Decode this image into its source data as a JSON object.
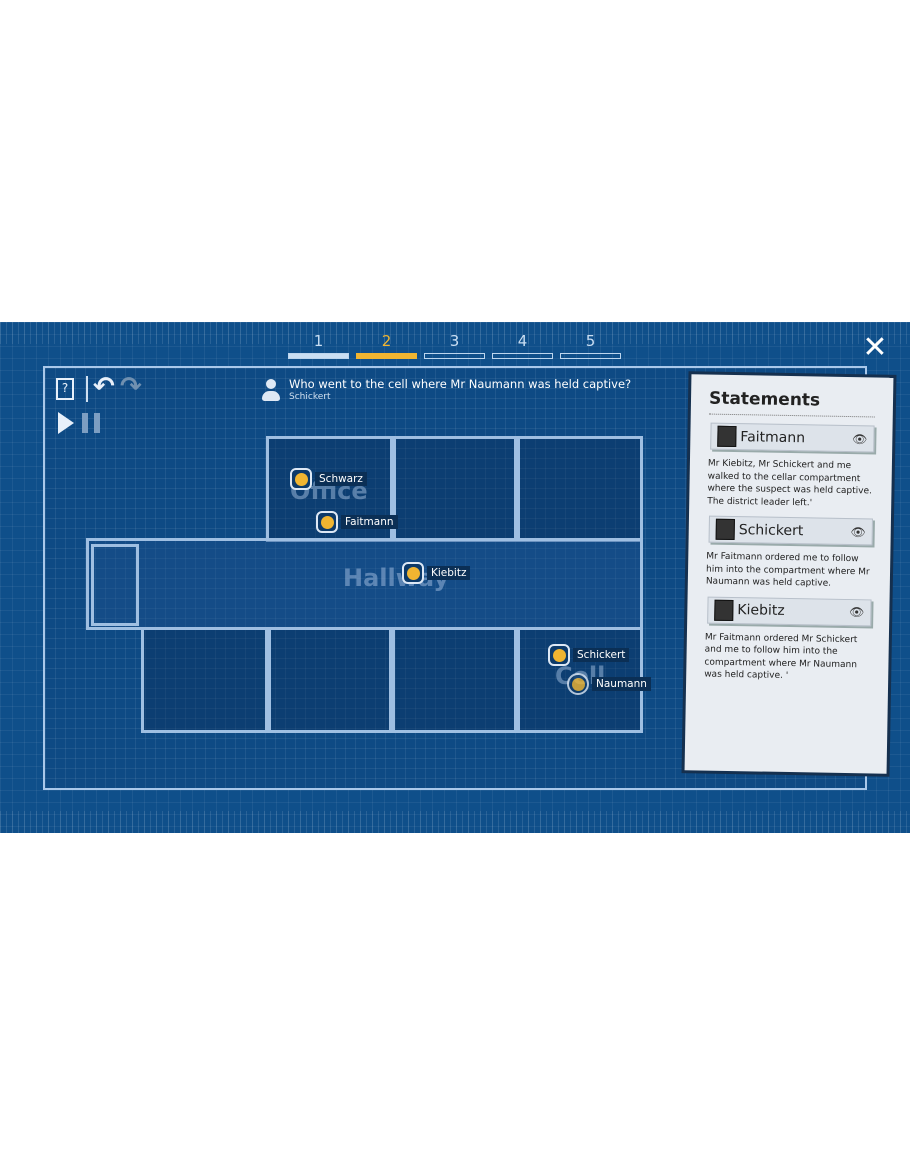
{
  "steps": [
    {
      "label": "1"
    },
    {
      "label": "2"
    },
    {
      "label": "3"
    },
    {
      "label": "4"
    },
    {
      "label": "5"
    }
  ],
  "question": {
    "text": "Who went to the cell where Mr Naumann was held captive?",
    "speaker": "Schickert"
  },
  "rooms": {
    "office": "Office",
    "hallway": "Hallway",
    "cell": "Cell"
  },
  "markers": [
    "Schwarz",
    "Faitmann",
    "Kiebitz",
    "Schickert",
    "Naumann"
  ],
  "panel": {
    "title": "Statements",
    "items": [
      {
        "name": "Faitmann",
        "text": "Mr Kiebitz, Mr Schickert and me walked to the cellar compartment where the suspect was held captive. The district leader left.'"
      },
      {
        "name": "Schickert",
        "text": "Mr Faitmann ordered me to follow him into the compartment where Mr Naumann was held captive."
      },
      {
        "name": "Kiebitz",
        "text": "Mr Faitmann ordered Mr Schickert and me to follow him into the compartment where Mr Naumann was held captive. '"
      }
    ]
  },
  "colors": {
    "active": "#f0b531",
    "background": "#0f4f8a"
  }
}
